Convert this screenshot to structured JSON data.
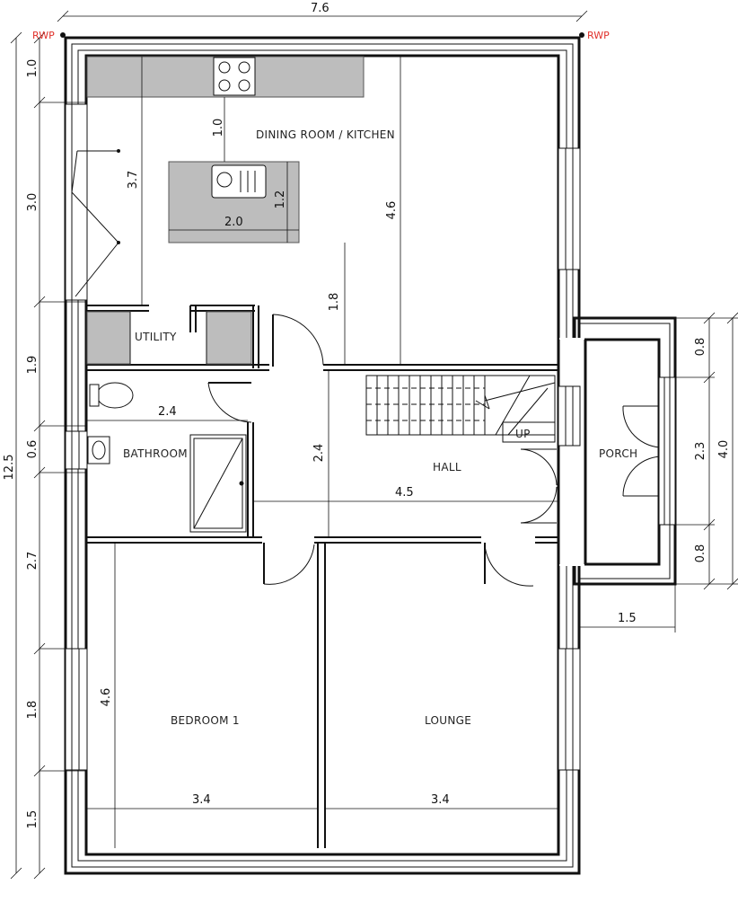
{
  "rwp_label": "RWP",
  "rooms": {
    "dining_kitchen": "DINING ROOM / KITCHEN",
    "utility": "UTILITY",
    "bathroom": "BATHROOM",
    "hall": "HALL",
    "porch": "PORCH",
    "bedroom": "BEDROOM  1",
    "lounge": "LOUNGE",
    "stairs_up": "UP"
  },
  "dimensions": {
    "overall_width": "7.6",
    "overall_height": "12.5",
    "left_1": "1.0",
    "left_2": "3.0",
    "left_3": "1.9",
    "left_4": "0.6",
    "left_5": "2.7",
    "left_6": "1.8",
    "left_7": "1.5",
    "kitchen_hob_gap": "1.0",
    "kitchen_depth": "3.7",
    "kitchen_height": "4.6",
    "island_width": "2.0",
    "island_depth": "1.2",
    "island_to_hall": "1.8",
    "bathroom_width": "2.4",
    "hall_depth": "2.4",
    "hall_width": "4.5",
    "porch_top": "0.8",
    "porch_mid": "2.3",
    "porch_bottom": "0.8",
    "porch_total": "4.0",
    "porch_projection": "1.5",
    "bedroom_height": "4.6",
    "bedroom_width": "3.4",
    "lounge_width": "3.4"
  },
  "colors": {
    "rwp": "#e0302a",
    "counter": "#bdbdbd",
    "wall": "#111111"
  }
}
